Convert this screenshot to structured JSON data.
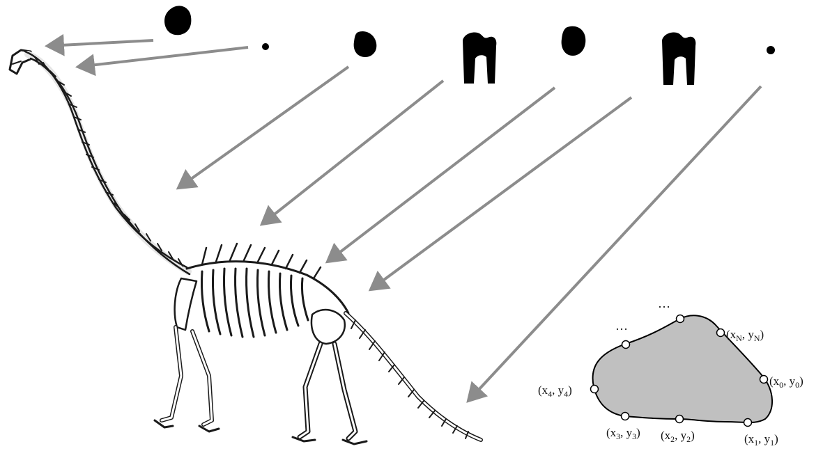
{
  "colors": {
    "arrow": "#8c8c8c",
    "silhouette": "#000000",
    "shape_fill": "#c0c0c0",
    "shape_stroke": "#000000",
    "skeleton": "#1a1a1a"
  },
  "icons": {
    "skeleton": "dinosaur-skeleton-icon",
    "bone": "vertebra-silhouette-icon",
    "point": "contour-point-icon"
  },
  "vertebra_silhouettes": [
    {
      "shape": "skull-blob"
    },
    {
      "shape": "tiny-dot"
    },
    {
      "shape": "blob"
    },
    {
      "shape": "arch"
    },
    {
      "shape": "blob"
    },
    {
      "shape": "arch"
    },
    {
      "shape": "tiny-dot"
    }
  ],
  "contour": {
    "points": [
      {
        "name": "x",
        "sub": "0",
        "name2": "y",
        "sub2": "0"
      },
      {
        "name": "x",
        "sub": "1",
        "name2": "y",
        "sub2": "1"
      },
      {
        "name": "x",
        "sub": "2",
        "name2": "y",
        "sub2": "2"
      },
      {
        "name": "x",
        "sub": "3",
        "name2": "y",
        "sub2": "3"
      },
      {
        "name": "x",
        "sub": "4",
        "name2": "y",
        "sub2": "4"
      },
      {
        "name": "x",
        "sub": "N",
        "name2": "y",
        "sub2": "N"
      }
    ],
    "ellipsis_1": "…",
    "ellipsis_2": "…"
  }
}
